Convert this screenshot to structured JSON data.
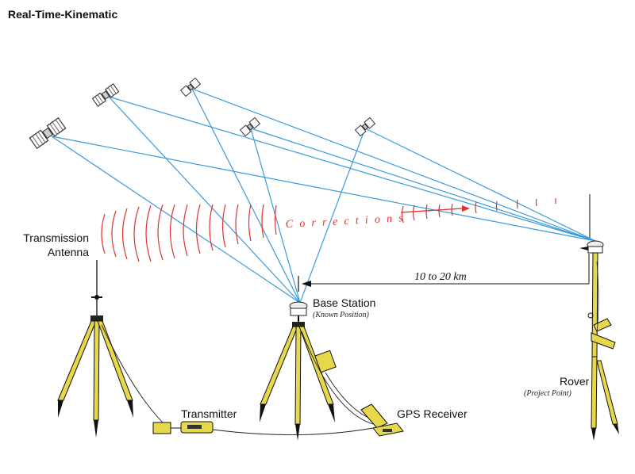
{
  "title": "Real-Time-Kinematic",
  "labels": {
    "transmission_antenna_line1": "Transmission",
    "transmission_antenna_line2": "Antenna",
    "base_station": "Base Station",
    "base_station_sub": "(Known Position)",
    "transmitter": "Transmitter",
    "gps_receiver": "GPS Receiver",
    "rover": "Rover",
    "rover_sub": "(Project Point)",
    "distance": "10 to 20 km",
    "corrections": "Corrections"
  },
  "colors": {
    "signal_ray": "#3a9ad9",
    "corrections_wave": "#e2302b",
    "equipment_yellow": "#e6d84a"
  },
  "icons": [
    "satellite-icon",
    "tripod-icon",
    "antenna-icon",
    "transmitter-icon",
    "gps-receiver-icon",
    "rover-pole-icon"
  ]
}
